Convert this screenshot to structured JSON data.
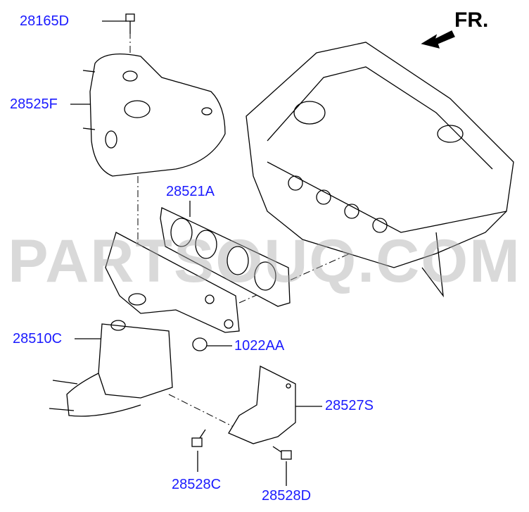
{
  "direction_label": "FR.",
  "watermark": "PARTSOUQ.COM",
  "parts": [
    {
      "part_number": "28165D"
    },
    {
      "part_number": "28525F"
    },
    {
      "part_number": "28521A"
    },
    {
      "part_number": "28510C"
    },
    {
      "part_number": "1022AA"
    },
    {
      "part_number": "28527S"
    },
    {
      "part_number": "28528C"
    },
    {
      "part_number": "28528D"
    }
  ],
  "colors": {
    "label": "#1a1aff",
    "line": "#000000"
  }
}
